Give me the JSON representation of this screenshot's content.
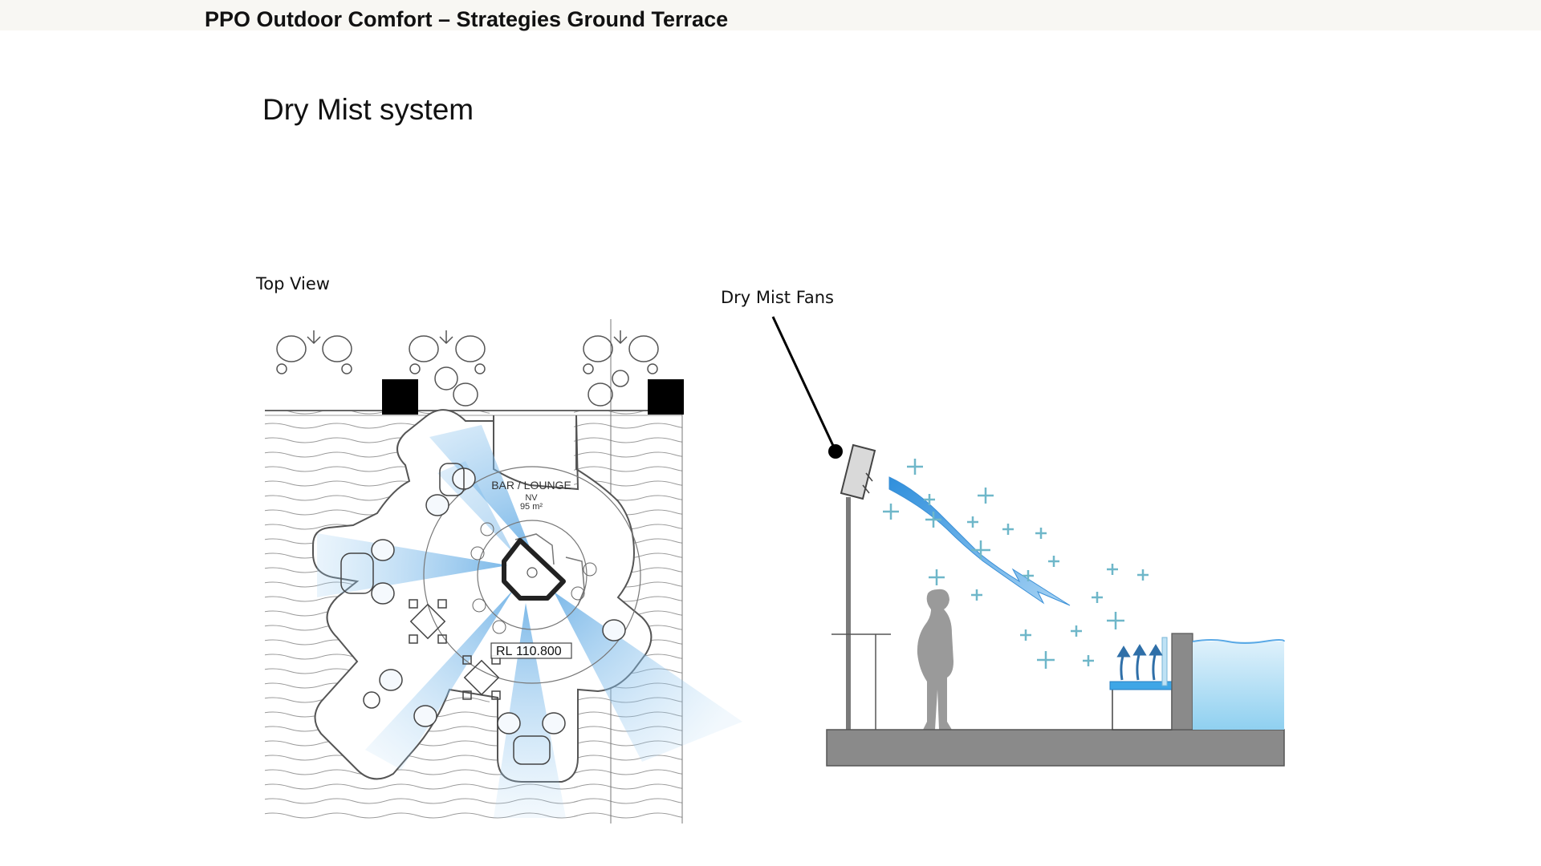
{
  "slide": {
    "title": "PPO Outdoor Comfort – Strategies Ground Terrace",
    "heading": "Dry Mist system"
  },
  "top_view": {
    "label": "Top View",
    "area_name": "BAR / LOUNGE",
    "area_code": "NV",
    "area_size": "95 m²",
    "level_tag_prefix": "RL",
    "level_tag_value": "110.800"
  },
  "section_view": {
    "callout_label": "Dry Mist Fans"
  },
  "colors": {
    "mist_blue": "#5aa9e6",
    "water_blue": "#bfe2f5",
    "ground_gray": "#8a8a8a",
    "figure_gray": "#9a9a9a",
    "plus_teal": "#6fb7c9"
  }
}
